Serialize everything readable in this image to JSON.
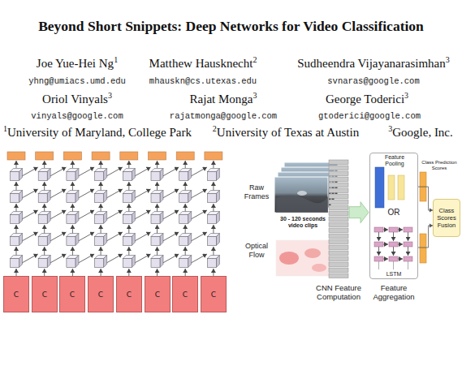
{
  "diagram": {
    "title": "Beyond Short Snippets: Deep Networks for Video Classification",
    "nodes": [
      {
        "text": [
          "C"
        ]
      },
      {
        "text": [
          "C"
        ]
      },
      {
        "text": [
          "C"
        ]
      },
      {
        "text": [
          "C"
        ]
      },
      {
        "text": [
          "C"
        ]
      },
      {
        "text": [
          "C"
        ]
      },
      {
        "text": [
          "C"
        ]
      },
      {
        "text": [
          "C"
        ]
      },
      {
        "text": [
          "CNN Feature Computation"
        ]
      },
      {
        "text": [
          "Feature Pooling",
          "OR",
          "LSTM",
          "Feature Aggregation"
        ]
      },
      {
        "text": [
          "Class Scores Fusion"
        ]
      }
    ],
    "edges": [
      {
        "from": 8,
        "to": 9,
        "arrow": "to"
      },
      {
        "from": 9,
        "to": 10,
        "arrow": "to"
      },
      {
        "from": 9,
        "to": 10,
        "arrow": "to"
      }
    ],
    "labels": [
      "Joe Yue-Hei Ng",
      "1",
      "Matthew Hausknecht",
      "2",
      "Sudheendra Vijayanarasimhan",
      "3",
      "yhng@umiacs.umd.edu",
      "mhauskn@cs.utexas.edu",
      "svnaras@google.com",
      "Oriol Vinyals",
      "3",
      "Rajat Monga",
      "3",
      "George Toderici",
      "3",
      "vinyals@google.com",
      "rajatmonga@google.com",
      "gtoderici@google.com",
      "1",
      "University of Maryland, College Park",
      "2",
      "University of Texas at Austin",
      "3",
      "Google, Inc.",
      "Raw Frames",
      "30 - 120 seconds video clips",
      "Optical Flow",
      "Class Prediction Scores"
    ]
  }
}
